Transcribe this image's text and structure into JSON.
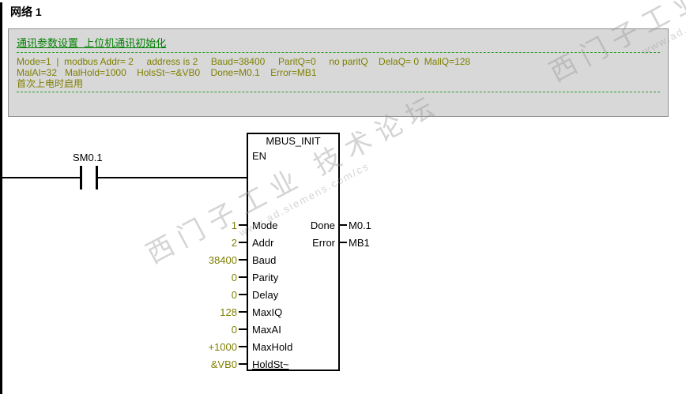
{
  "network": {
    "title": "网络 1"
  },
  "comment": {
    "title": "通讯参数设置  上位机通讯初始化",
    "lines": [
      "Mode=1  |  modbus Addr= 2     address is 2     Baud=38400     ParitQ=0     no paritQ    DelaQ= 0  MallQ=128",
      "MalAI=32   MalHold=1000    HolsSt~=&VB0    Done=M0.1    Error=MB1",
      "首次上电时启用"
    ]
  },
  "ladder": {
    "contact": {
      "label": "SM0.1"
    },
    "block": {
      "title": "MBUS_INIT",
      "enable_label": "EN"
    },
    "inputs": [
      {
        "value": "1",
        "label": "Mode"
      },
      {
        "value": "2",
        "label": "Addr"
      },
      {
        "value": "38400",
        "label": "Baud"
      },
      {
        "value": "0",
        "label": "Parity"
      },
      {
        "value": "0",
        "label": "Delay"
      },
      {
        "value": "128",
        "label": "MaxIQ"
      },
      {
        "value": "0",
        "label": "MaxAI"
      },
      {
        "value": "+1000",
        "label": "MaxHold"
      },
      {
        "value": "&VB0",
        "label": "HoldSt~"
      }
    ],
    "outputs": [
      {
        "label": "Done",
        "value": "M0.1"
      },
      {
        "label": "Error",
        "value": "MB1"
      }
    ]
  },
  "watermark": {
    "text": "西门子工业 技术论坛",
    "url": "www.ad.siemens.com/cs"
  },
  "colors": {
    "comment_bg": "#d8d8d8",
    "operand_olive": "#7f7f00",
    "comment_green": "#008000",
    "wire_black": "#000000"
  }
}
